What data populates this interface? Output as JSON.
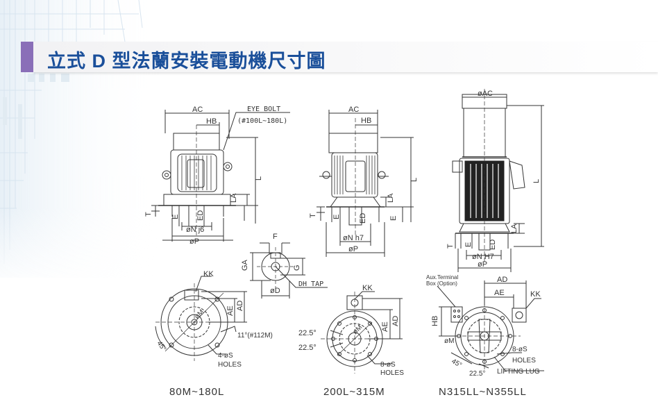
{
  "page": {
    "title": "立式 D 型法蘭安裝電動機尺寸圖"
  },
  "colors": {
    "title": "#1a4f9a",
    "accent": "#8a6fb8",
    "line": "#333333"
  },
  "drawing_a": {
    "caption": "80M~180L",
    "labels": {
      "ac": "AC",
      "hb": "HB",
      "eye_bolt": "EYE BOLT",
      "eye_bolt_range": "(#100L~180L)",
      "l": "L",
      "la": "LA",
      "t": "T",
      "e": "E",
      "ed": "ED",
      "nj6": "øN j6",
      "p": "øP",
      "kk": "KK",
      "ad": "AD",
      "ae": "AE",
      "m": "øM",
      "angle45": "45°",
      "angle11": "11°(#112M)",
      "holes_s": "4-øS",
      "holes": "HOLES"
    }
  },
  "shaft": {
    "labels": {
      "f": "F",
      "ga": "GA",
      "g": "G",
      "d": "øD",
      "dh_tap": "DH TAP"
    }
  },
  "drawing_b": {
    "caption": "200L~315M",
    "labels": {
      "ac": "AC",
      "hb": "HB",
      "l": "L",
      "la": "LA",
      "t": "T",
      "e": "E",
      "ed": "ED",
      "nh7": "øN h7",
      "p": "øP",
      "kk": "KK",
      "ad": "AD",
      "ae": "AE",
      "m": "øM",
      "angle1": "22.5°",
      "angle2": "22.5°",
      "holes_s": "8-øS",
      "holes": "HOLES"
    }
  },
  "drawing_c": {
    "caption": "N315LL~N355LL",
    "labels": {
      "ac": "øAC",
      "l": "L",
      "la": "LA",
      "t": "T",
      "e": "E",
      "ed": "ED",
      "nh7": "øN H7",
      "p": "øP",
      "aux1": "Aux.Terminal",
      "aux2": "Box (Option)",
      "ad": "AD",
      "ae": "AE",
      "kk": "KK",
      "hb": "HB",
      "m": "øM",
      "holes_s": "8-øS",
      "holes": "HOLES",
      "angle45": "45°",
      "angle22": "22.5°",
      "lifting": "LIFTING LUG"
    }
  }
}
